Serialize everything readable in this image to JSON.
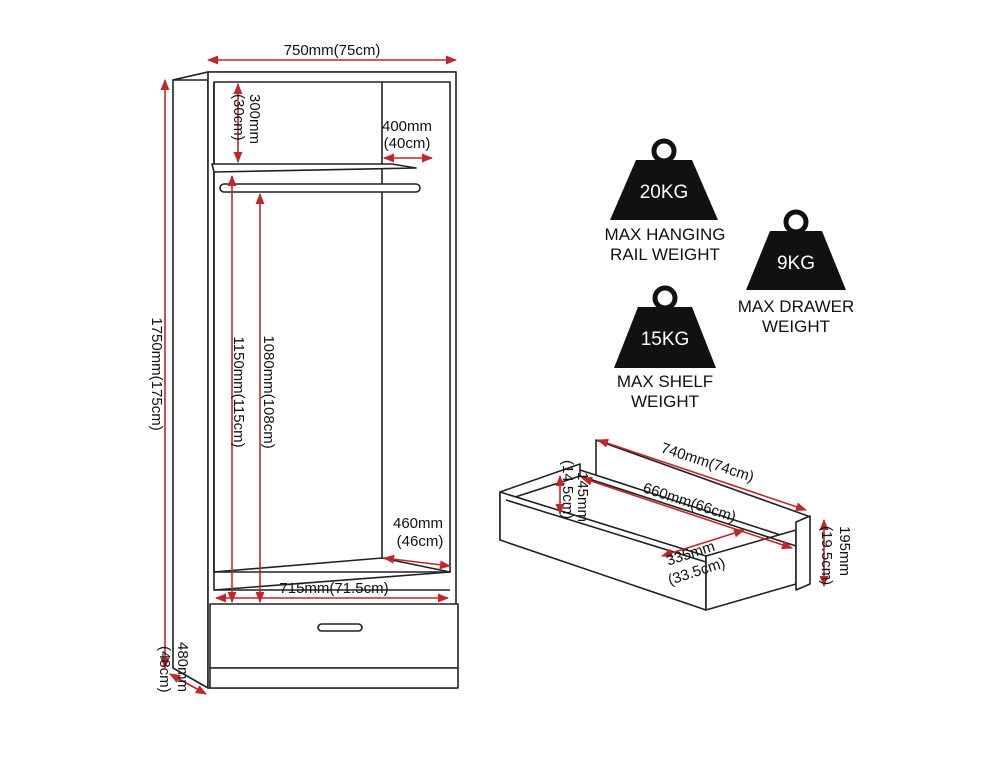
{
  "colors": {
    "dimension_line": "#c0272d",
    "outline": "#222222",
    "weight_fill": "#111111"
  },
  "wardrobe": {
    "width": "750mm(75cm)",
    "height": "1750mm(175cm)",
    "depth_a": "480mm",
    "depth_b": "(48cm)",
    "top_space_a": "300mm",
    "top_space_b": "(30cm)",
    "shelf_depth_a": "400mm",
    "shelf_depth_b": "(40cm)",
    "interior_height": "1150mm(115cm)",
    "rail_drop": "1080mm(108cm)",
    "base_depth_a": "460mm",
    "base_depth_b": "(46cm)",
    "inner_width": "715mm(71.5cm)"
  },
  "drawer": {
    "outer_width": "740mm(74cm)",
    "inner_width": "660mm(66cm)",
    "inner_height_a": "145mm",
    "inner_height_b": "(14.5cm)",
    "inner_depth_a": "335mm",
    "inner_depth_b": "(33.5cm)",
    "front_height_a": "195mm",
    "front_height_b": "(19.5cm)"
  },
  "weights": [
    {
      "value": "20KG",
      "label_line1": "MAX HANGING",
      "label_line2": "RAIL WEIGHT",
      "icon": "weight-icon"
    },
    {
      "value": "9KG",
      "label_line1": "MAX DRAWER",
      "label_line2": "WEIGHT",
      "icon": "weight-icon"
    },
    {
      "value": "15KG",
      "label_line1": "MAX SHELF",
      "label_line2": "WEIGHT",
      "icon": "weight-icon"
    }
  ]
}
